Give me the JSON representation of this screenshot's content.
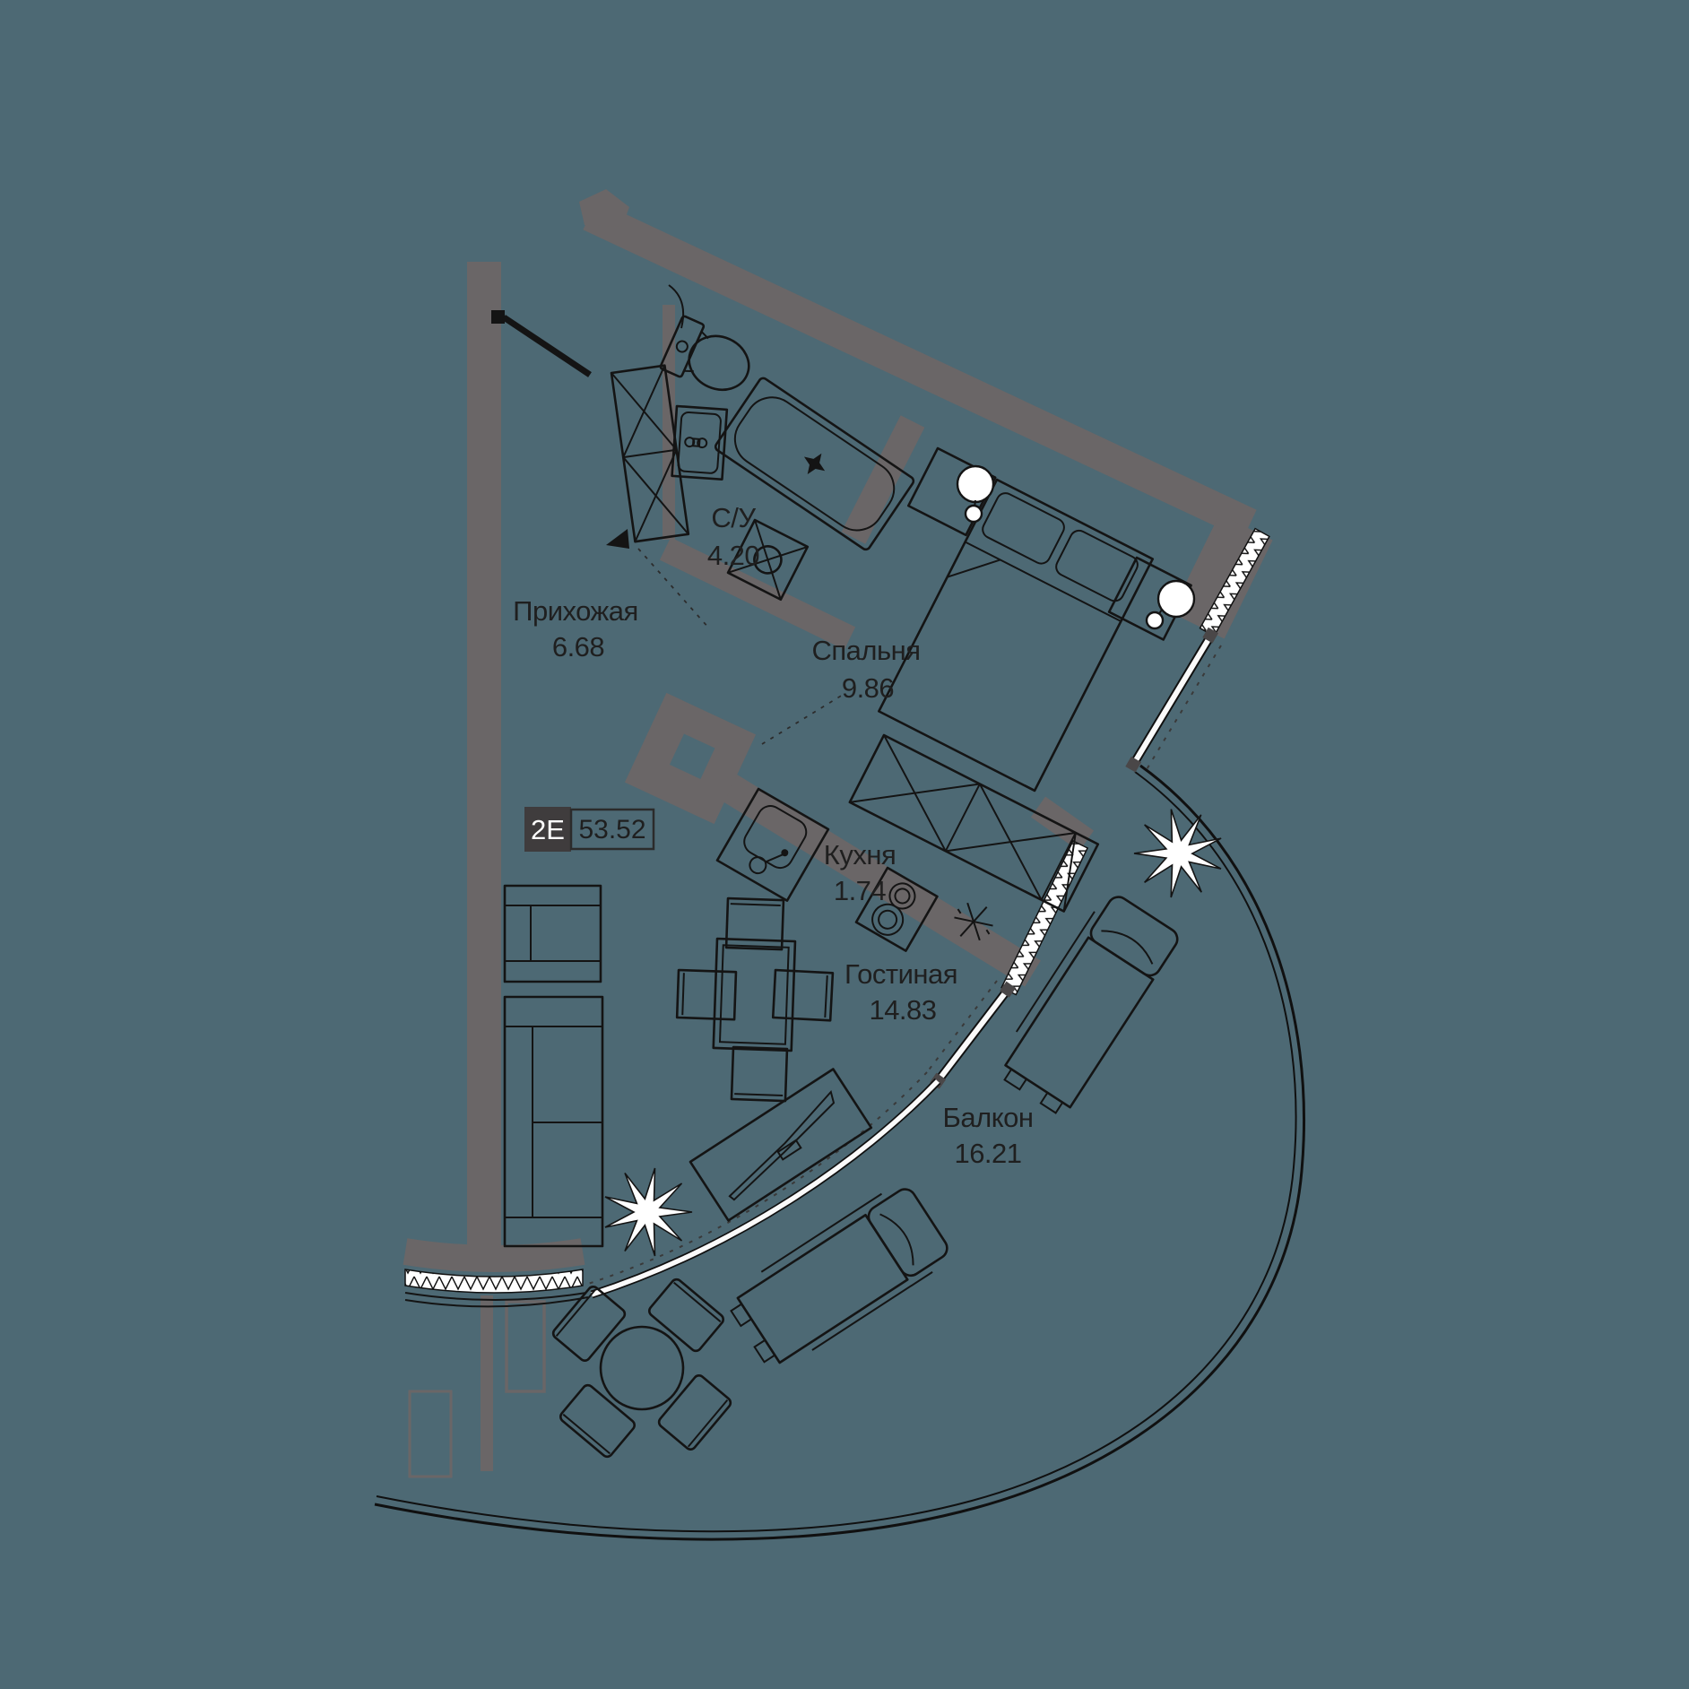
{
  "plan": {
    "title": "apartment-floor-plan",
    "unit_badge": {
      "type_label": "2Е",
      "area_value": "53.52"
    },
    "rooms": [
      {
        "id": "hallway",
        "name": "Прихожая",
        "area": "6.68"
      },
      {
        "id": "bathroom",
        "name": "С/У",
        "area": "4.20"
      },
      {
        "id": "bedroom",
        "name": "Спальня",
        "area": "9.86"
      },
      {
        "id": "kitchen",
        "name": "Кухня",
        "area": "1.74"
      },
      {
        "id": "living",
        "name": "Гостиная",
        "area": "14.83"
      },
      {
        "id": "balcony",
        "name": "Балкон",
        "area": "16.21"
      }
    ],
    "colors": {
      "background": "#4d6974",
      "wall": "#6a6667",
      "line": "#141414",
      "glass": "#fafafa",
      "badge_dark": "#3f3c3d",
      "text": "#1f1f1f",
      "plant": "#ffffff"
    }
  }
}
